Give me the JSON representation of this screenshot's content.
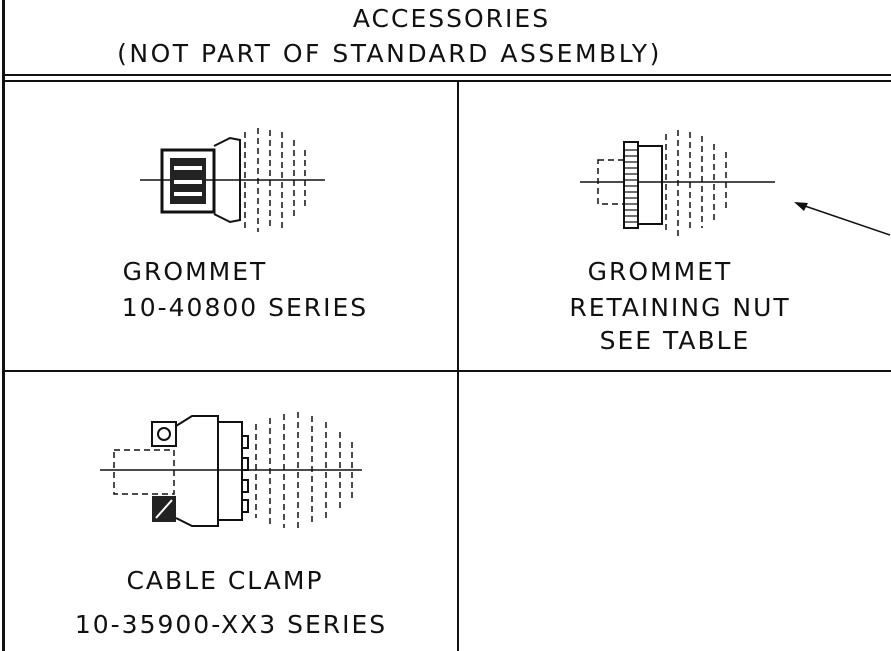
{
  "header": {
    "line1": "ACCESSORIES",
    "line2": "(NOT PART OF STANDARD ASSEMBLY)"
  },
  "cells": [
    {
      "id": "grommet",
      "line1": "GROMMET",
      "line2": "10-40800 SERIES",
      "line3": ""
    },
    {
      "id": "retaining-nut",
      "line1": "GROMMET",
      "line2": "RETAINING NUT",
      "line3": "SEE TABLE"
    },
    {
      "id": "cable-clamp",
      "line1": "CABLE CLAMP",
      "line2": "10-35900-XX3 SERIES",
      "line3": ""
    },
    {
      "id": "empty",
      "line1": "",
      "line2": "",
      "line3": ""
    }
  ],
  "colors": {
    "ink": "#111111",
    "paper": "#ffffff"
  }
}
